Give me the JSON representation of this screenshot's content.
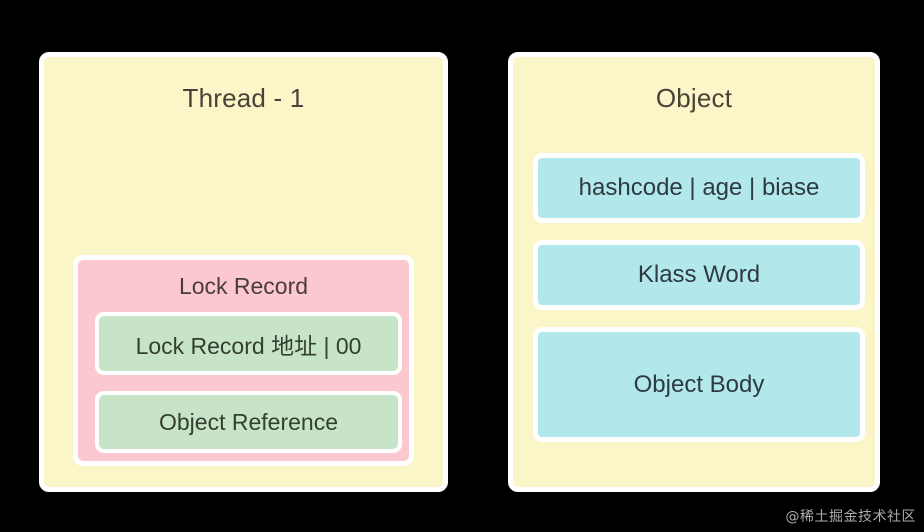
{
  "background_color": "#000000",
  "palette": {
    "panel_yellow": "#FAF6C8",
    "lock_record_pink": "#FCC8CF",
    "inner_green": "#C8E4C8",
    "inner_blue": "#B2E8EC",
    "border_white": "#FFFFFF",
    "text_dark": "#4a4238"
  },
  "thread_panel": {
    "title": "Thread - 1",
    "lock_record": {
      "title": "Lock Record",
      "rows": [
        {
          "label": "Lock Record 地址 | 00"
        },
        {
          "label": "Object Reference"
        }
      ]
    }
  },
  "object_panel": {
    "title": "Object",
    "rows": [
      {
        "label": "hashcode | age | biase"
      },
      {
        "label": "Klass Word"
      },
      {
        "label": "Object Body"
      }
    ]
  },
  "watermark": {
    "text": "@稀土掘金技术社区"
  }
}
